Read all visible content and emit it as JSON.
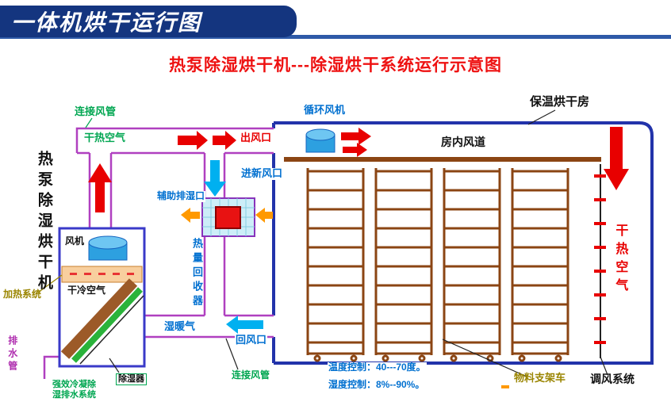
{
  "banner": {
    "title": "一体机烘干运行图"
  },
  "main_title": "热泵除湿烘干机---除湿烘干系统运行示意图",
  "labels": {
    "connect_duct_top": "连接风管",
    "dry_hot_air_top": "干热空气",
    "outlet": "出风口",
    "circulation_fan": "循环风机",
    "insulated_room": "保温烘干房",
    "room_duct": "房内风道",
    "fresh_air_inlet": "进新风口",
    "aux_dehumid_port": "辅助排湿口",
    "heat_recovery": "热量回收器",
    "unit_name": "热泵除湿烘干机",
    "fan": "风机",
    "heating_system": "加热系统",
    "dry_cold_air": "干冷空气",
    "wet_warm_air": "湿暖气",
    "return_air_port": "回风口",
    "drain_pipe": "排水管",
    "condensate_system": "强效冷凝除\n湿排水系统",
    "dehumidifier": "除湿器",
    "connect_duct_bottom": "连接风管",
    "temp_control": "温度控制：40---70度。",
    "humidity_control": "湿度控制：8%--90%。",
    "material_rack_cart": "物料支架车",
    "air_adjust_system": "调风系统",
    "dry_hot_air_right": "干热空气"
  },
  "room": {
    "rack_count": 4,
    "shelf_rows": 10,
    "adjust_ticks": 8
  },
  "colors": {
    "banner_bg": "#14357f",
    "banner_underline": "#2e5aa8",
    "title_red": "#ee1111",
    "room_border_blue": "#2233aa",
    "duct_purple": "#b040c0",
    "rack_brown": "#8b4513",
    "arrow_red": "#e80000",
    "arrow_cyan": "#00b0f0",
    "arrow_orange": "#ff9900",
    "text_green": "#00a651",
    "text_blue": "#0070d0",
    "text_olive": "#9a8500",
    "text_purple": "#b030b0"
  }
}
